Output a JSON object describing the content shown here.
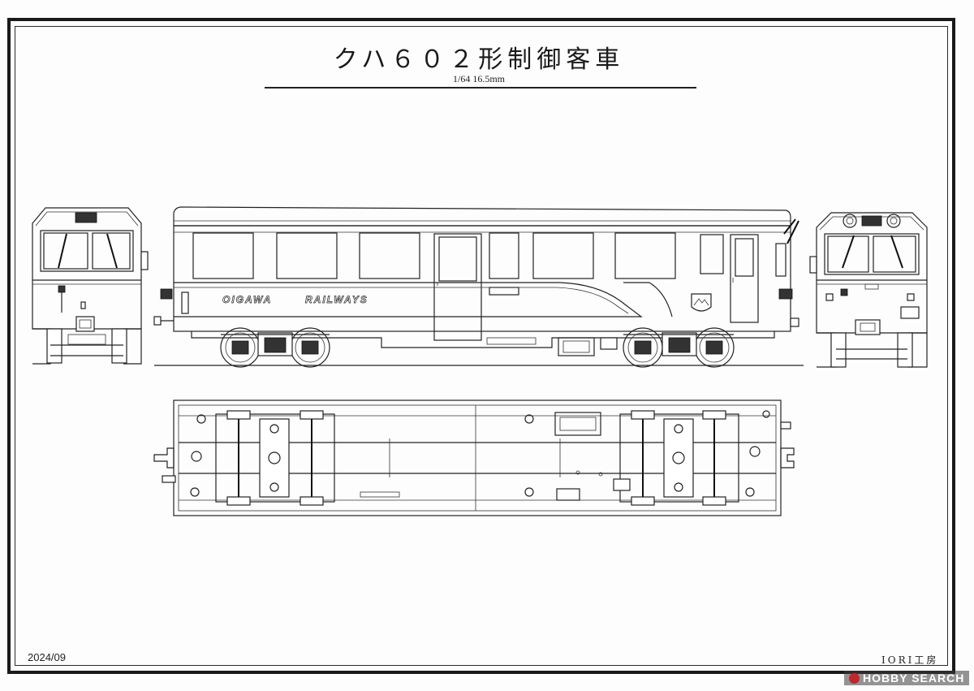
{
  "drawing": {
    "title": "クハ６０２形制御客車",
    "scale": "1/64  16.5mm",
    "date": "2024/09",
    "maker": "IORI工房",
    "car_lettering_left": "OIGAWA",
    "car_lettering_right": "RAILWAYS"
  },
  "watermark": {
    "text": "HOBBY SEARCH",
    "badge_color": "#c0262d"
  }
}
